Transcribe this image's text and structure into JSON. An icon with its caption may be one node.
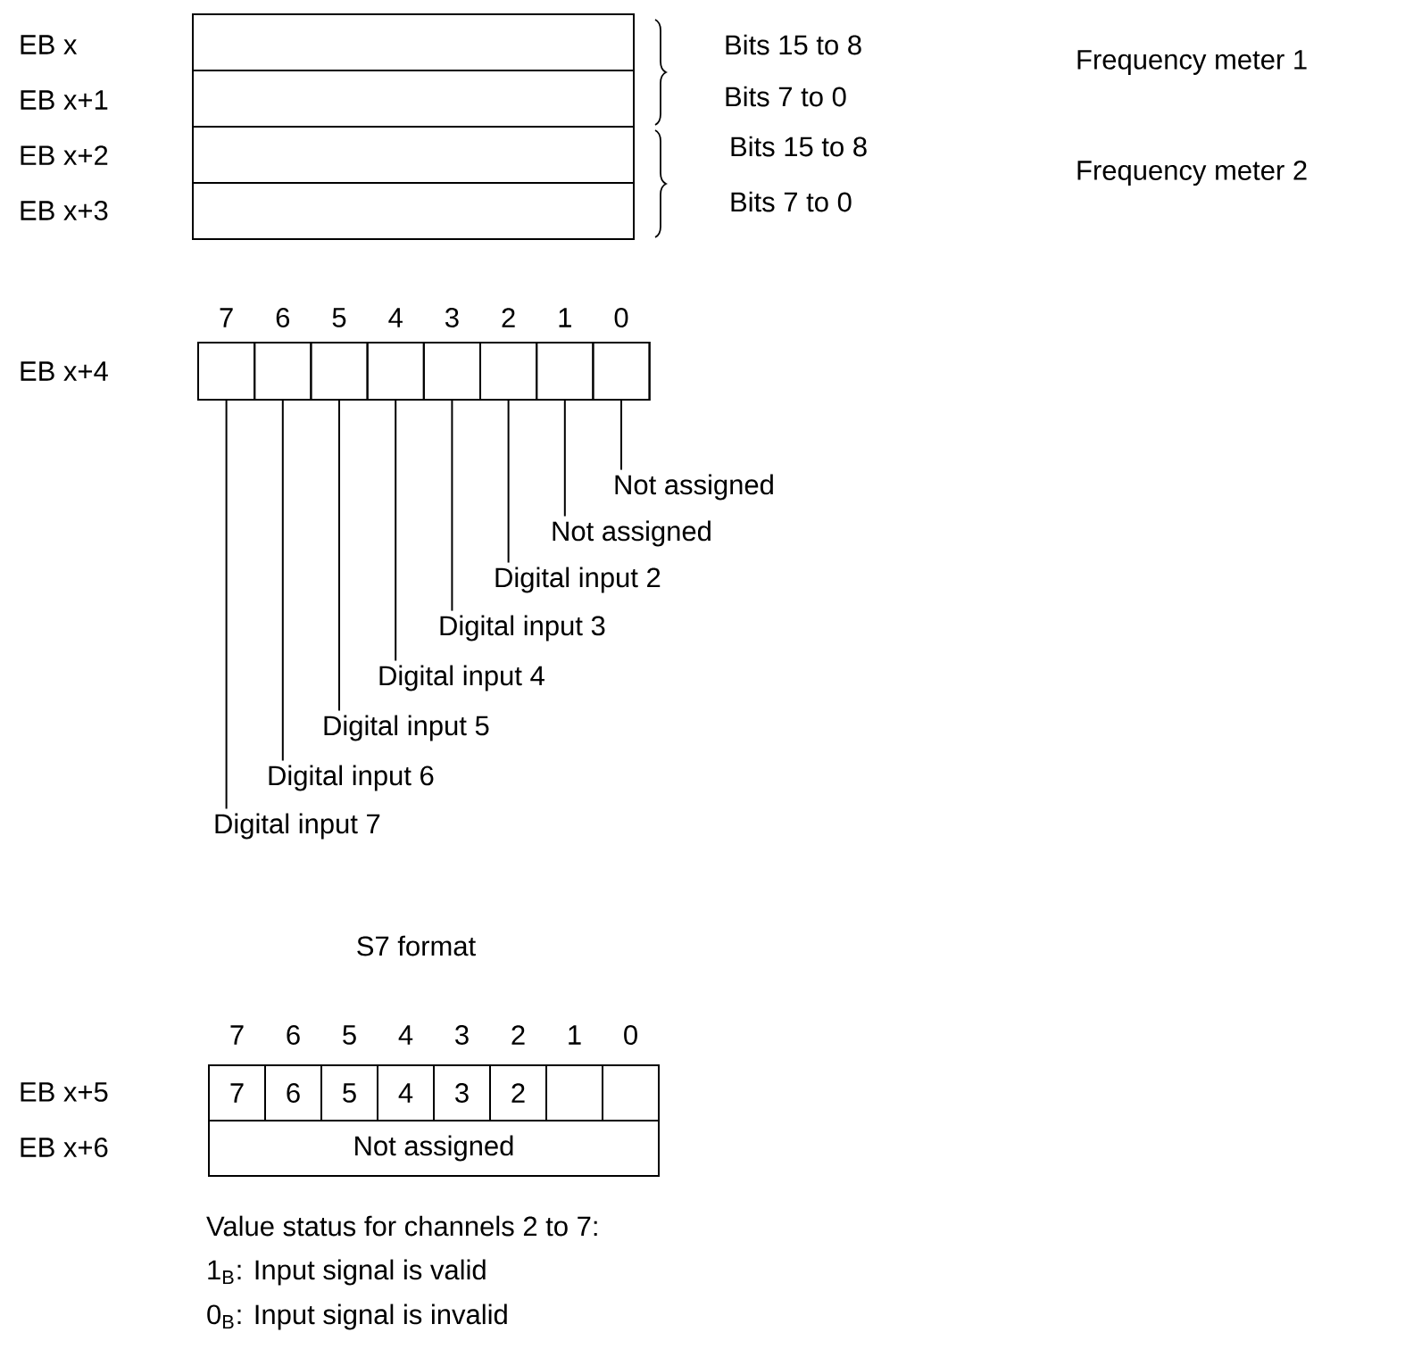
{
  "diagram": {
    "nodes": [
      {
        "text": [],
        "shape": "box"
      },
      {
        "text": [],
        "shape": "box"
      },
      {
        "text": [],
        "shape": "box"
      },
      {
        "text": [],
        "shape": "box"
      },
      {
        "text": [],
        "shape": "box"
      },
      {
        "text": [],
        "shape": "box",
        "in": 4
      },
      {
        "text": [],
        "shape": "box",
        "in": 4
      },
      {
        "text": [],
        "shape": "box",
        "in": 4
      },
      {
        "text": [],
        "shape": "box",
        "in": 4
      },
      {
        "text": [],
        "shape": "box",
        "in": 4
      },
      {
        "text": [],
        "shape": "box",
        "in": 4
      },
      {
        "text": [],
        "shape": "box",
        "in": 4
      },
      {
        "text": [],
        "shape": "box",
        "in": 4
      },
      {
        "text": [
          "Not assigned"
        ]
      },
      {
        "text": [
          "Not assigned"
        ]
      },
      {
        "text": [
          "Digital input 2"
        ]
      },
      {
        "text": [
          "Digital input 3"
        ]
      },
      {
        "text": [
          "Digital input 4"
        ]
      },
      {
        "text": [
          "Digital input 5"
        ]
      },
      {
        "text": [
          "Digital input 6"
        ]
      },
      {
        "text": [
          "Digital input 7"
        ]
      },
      {
        "text": [],
        "shape": "box"
      },
      {
        "text": [
          "7"
        ],
        "in": 21
      },
      {
        "text": [
          "6"
        ],
        "in": 21
      },
      {
        "text": [
          "5"
        ],
        "in": 21
      },
      {
        "text": [
          "4"
        ],
        "in": 21
      },
      {
        "text": [
          "3"
        ],
        "in": 21
      },
      {
        "text": [
          "2"
        ],
        "in": 21
      },
      {
        "text": [],
        "shape": "box",
        "in": 21
      },
      {
        "text": [],
        "shape": "box",
        "in": 21
      },
      {
        "text": [
          "Not assigned"
        ]
      }
    ],
    "edges": [
      {
        "from": 13,
        "to": 12,
        "arrow": "none"
      },
      {
        "from": 14,
        "to": 11,
        "arrow": "none"
      },
      {
        "from": 15,
        "to": 10,
        "arrow": "none"
      },
      {
        "from": 16,
        "to": 9,
        "arrow": "none"
      },
      {
        "from": 17,
        "to": 8,
        "arrow": "none"
      },
      {
        "from": 18,
        "to": 7,
        "arrow": "none"
      },
      {
        "from": 19,
        "to": 6,
        "arrow": "none"
      },
      {
        "from": 20,
        "to": 5,
        "arrow": "none"
      }
    ],
    "labels": [
      "EB x",
      "Bits 15 to 8",
      "Frequency meter 1",
      "EB x+1",
      "Bits 7 to 0",
      "EB x+2",
      "Bits 15 to 8",
      "Frequency meter 2",
      "EB x+3",
      "Bits 7 to 0",
      "7",
      "6",
      "5",
      "4",
      "3",
      "2",
      "1",
      "0",
      "EB x+4",
      "S7 format",
      "7",
      "6",
      "5",
      "4",
      "3",
      "2",
      "1",
      "0",
      "EB x+5",
      "EB x+6",
      "Value status for channels 2 to 7:",
      "1$_{B}$: Input signal is valid",
      "0$_{B}$: Input signal is invalid"
    ]
  }
}
